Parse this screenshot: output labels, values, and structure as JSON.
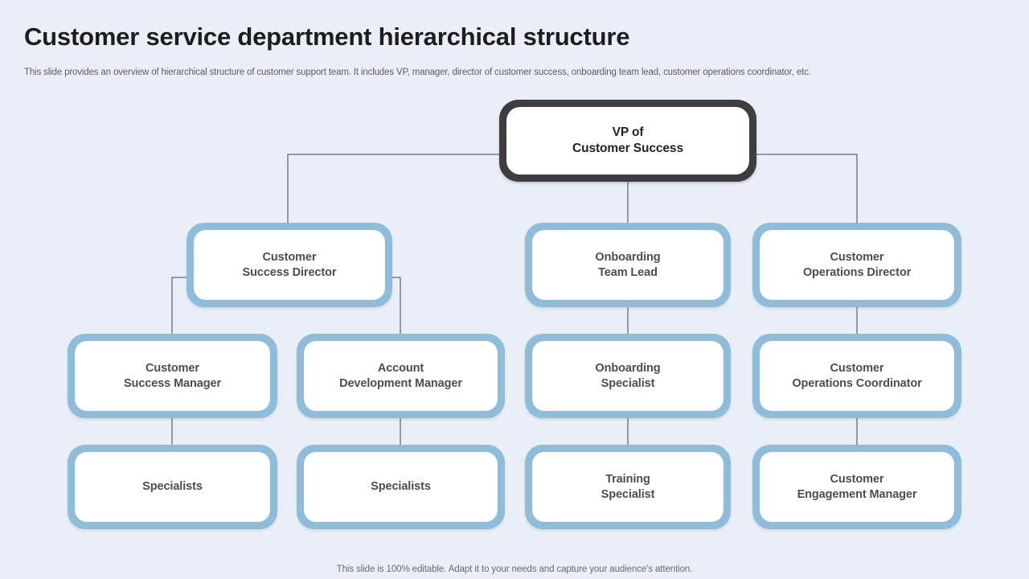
{
  "header": {
    "title": "Customer service department hierarchical structure",
    "subtitle": "This slide provides an overview of hierarchical structure of customer support team. It includes VP, manager, director of customer success, onboarding team lead, customer operations coordinator, etc."
  },
  "footer": {
    "note": "This slide is 100% editable. Adapt it to your needs and capture your audience's attention."
  },
  "colors": {
    "background": "#eaeff7",
    "root_border": "#3d3d42",
    "branch_border": "#8fbcd9",
    "node_fill": "#ffffff",
    "connector": "#3f4350",
    "title_text": "#1d1d1f",
    "node_text": "#4d4d51"
  },
  "chart": {
    "type": "org-chart",
    "nodes": [
      {
        "id": "vp",
        "label": "VP of\nCustomer Success",
        "level": 0,
        "parent": null,
        "style": "root"
      },
      {
        "id": "csd",
        "label": "Customer\nSuccess Director",
        "level": 1,
        "parent": "vp",
        "style": "branch"
      },
      {
        "id": "otl",
        "label": "Onboarding\nTeam Lead",
        "level": 1,
        "parent": "vp",
        "style": "branch"
      },
      {
        "id": "cod",
        "label": "Customer\nOperations Director",
        "level": 1,
        "parent": "vp",
        "style": "branch"
      },
      {
        "id": "csm",
        "label": "Customer\nSuccess Manager",
        "level": 2,
        "parent": "csd",
        "style": "branch"
      },
      {
        "id": "adm",
        "label": "Account\nDevelopment Manager",
        "level": 2,
        "parent": "csd",
        "style": "branch"
      },
      {
        "id": "os",
        "label": "Onboarding\nSpecialist",
        "level": 2,
        "parent": "otl",
        "style": "branch"
      },
      {
        "id": "coc",
        "label": "Customer\nOperations Coordinator",
        "level": 2,
        "parent": "cod",
        "style": "branch"
      },
      {
        "id": "spec1",
        "label": "Specialists",
        "level": 3,
        "parent": "csm",
        "style": "branch"
      },
      {
        "id": "spec2",
        "label": "Specialists",
        "level": 3,
        "parent": "adm",
        "style": "branch"
      },
      {
        "id": "ts",
        "label": "Training\nSpecialist",
        "level": 3,
        "parent": "os",
        "style": "branch"
      },
      {
        "id": "cem",
        "label": "Customer\nEngagement Manager",
        "level": 3,
        "parent": "coc",
        "style": "branch"
      }
    ]
  }
}
